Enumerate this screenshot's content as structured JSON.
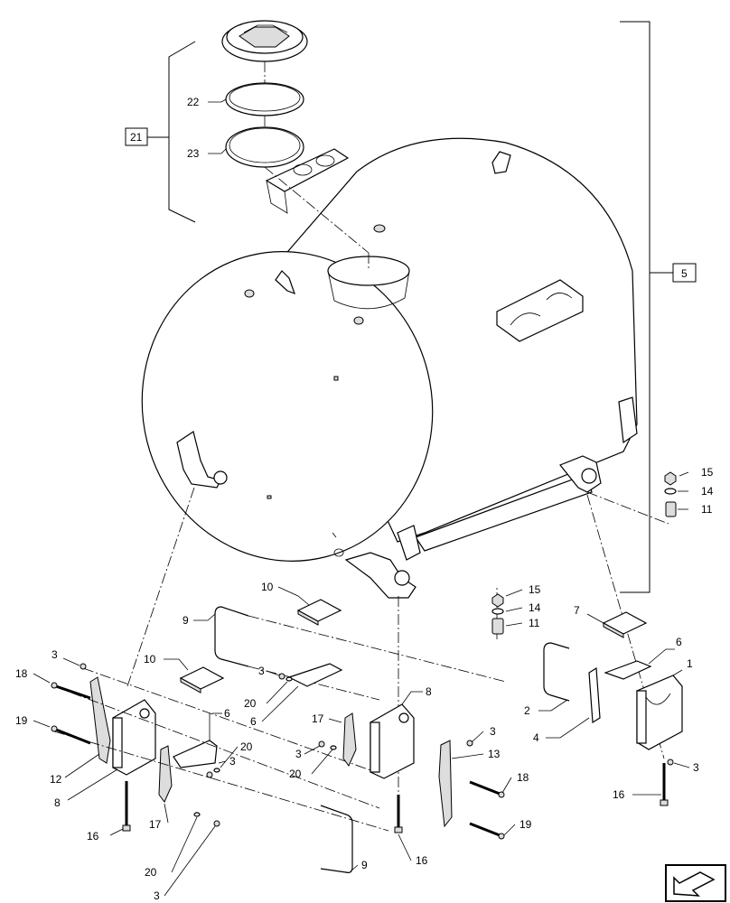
{
  "callouts": {
    "c1": "1",
    "c2": "2",
    "c3": "3",
    "c4": "4",
    "c5": "5",
    "c6": "6",
    "c7": "7",
    "c8": "8",
    "c9": "9",
    "c10": "10",
    "c11": "11",
    "c12": "12",
    "c13": "13",
    "c14": "14",
    "c15": "15",
    "c16": "16",
    "c17": "17",
    "c18": "18",
    "c19": "19",
    "c20": "20",
    "c21": "21",
    "c22": "22",
    "c23": "23"
  },
  "icons": {
    "nav": "arrow-icon"
  }
}
